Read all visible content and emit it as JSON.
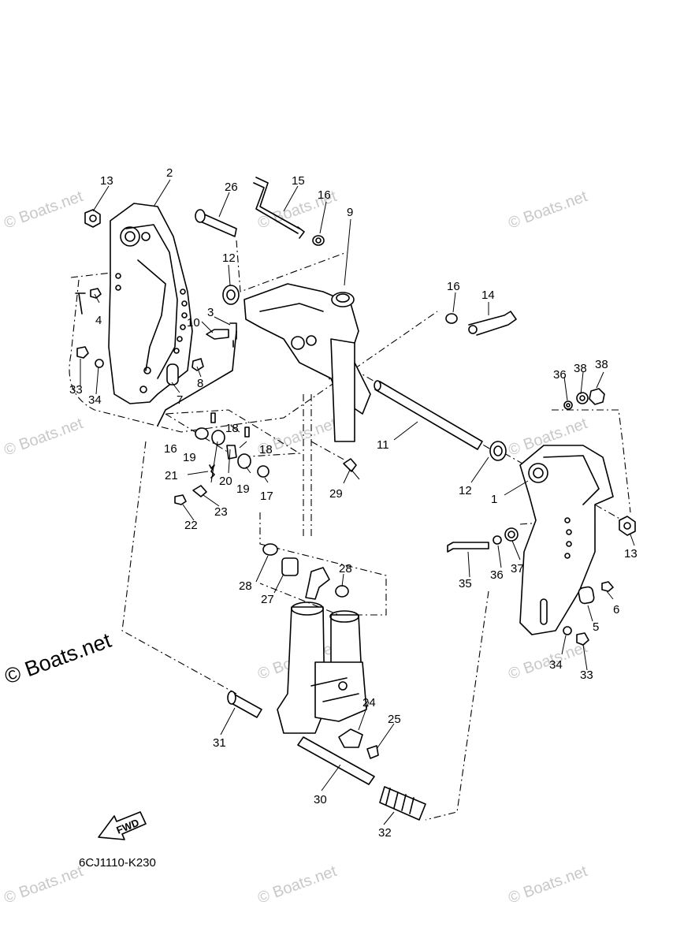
{
  "watermark_text": "© Boats.net",
  "diagram_code": "6CJ1110-K230",
  "fwd_label": "FWD",
  "callouts": [
    "1",
    "2",
    "3",
    "4",
    "5",
    "6",
    "7",
    "8",
    "9",
    "10",
    "11",
    "12",
    "13",
    "14",
    "15",
    "16",
    "17",
    "18",
    "19",
    "20",
    "21",
    "22",
    "23",
    "24",
    "25",
    "26",
    "27",
    "28",
    "29",
    "30",
    "31",
    "32",
    "33",
    "34",
    "35",
    "36",
    "37",
    "38"
  ]
}
